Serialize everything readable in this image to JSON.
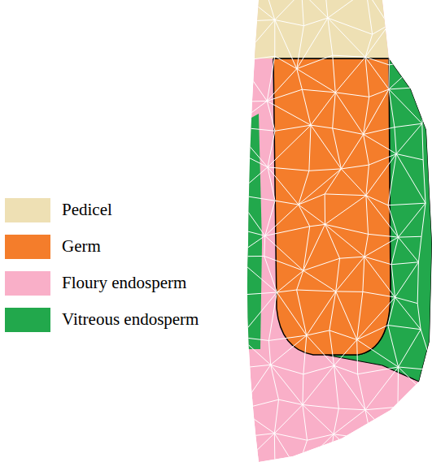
{
  "diagram": {
    "legend": [
      {
        "text": "Pedicel",
        "color": "#eee0b4"
      },
      {
        "text": "Germ",
        "color": "#f47d2b"
      },
      {
        "text": "Floury endosperm",
        "color": "#f9afc8"
      },
      {
        "text": "Vitreous endosperm",
        "color": "#22a84c"
      }
    ]
  }
}
